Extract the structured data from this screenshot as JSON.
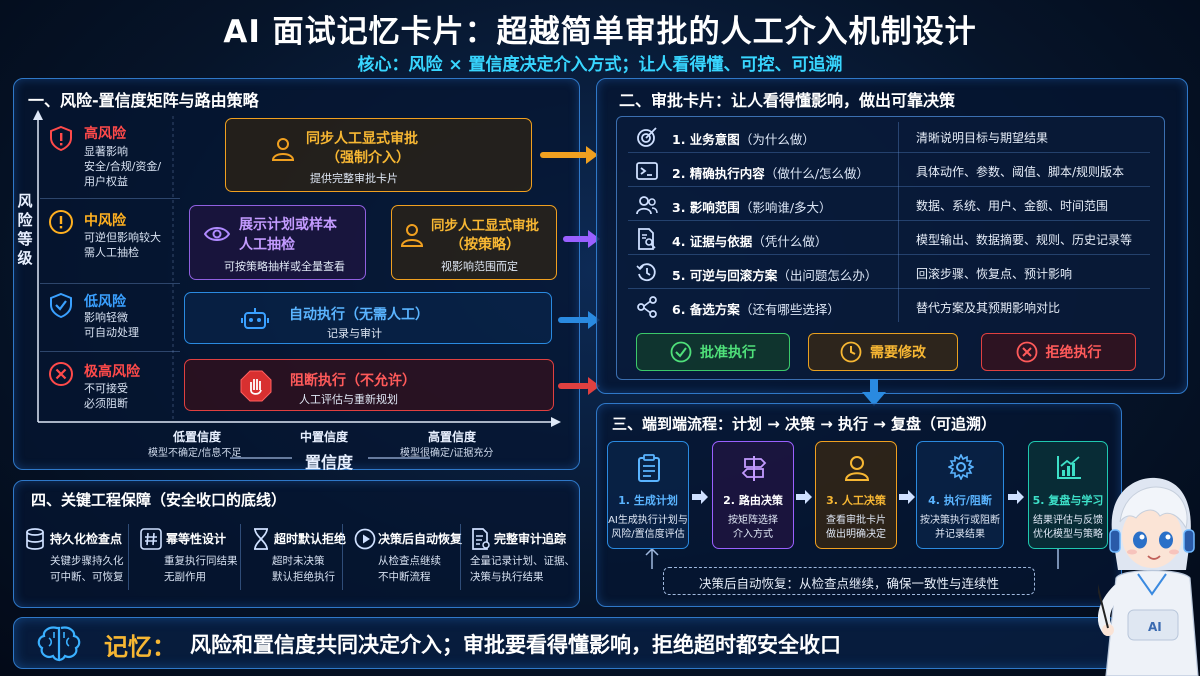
{
  "header": {
    "title": "AI 面试记忆卡片：超越简单审批的人工介入机制设计",
    "subtitle": "核心：风险 × 置信度决定介入方式；让人看得懂、可控、可追溯"
  },
  "matrix": {
    "title": "一、风险-置信度矩阵与路由策略",
    "y_axis_label": [
      "风",
      "险",
      "等",
      "级"
    ],
    "x_axis_label": "置信度",
    "x_ticks": [
      {
        "label": "低置信度",
        "sub": "模型不确定/信息不足"
      },
      {
        "label": "中置信度",
        "sub": ""
      },
      {
        "label": "高置信度",
        "sub": "模型很确定/证据充分"
      }
    ],
    "risks": [
      {
        "label": "高风险",
        "desc": [
          "显著影响",
          "安全/合规/资金/",
          "用户权益"
        ],
        "color": "#ff4a4a"
      },
      {
        "label": "中风险",
        "desc": [
          "可逆但影响较大",
          "需人工抽检"
        ],
        "color": "#ffb020"
      },
      {
        "label": "低风险",
        "desc": [
          "影响轻微",
          "可自动处理"
        ],
        "color": "#3aa0ff"
      },
      {
        "label": "极高风险",
        "desc": [
          "不可接受",
          "必须阻断"
        ],
        "color": "#ff4a4a"
      }
    ],
    "boxes": {
      "high": {
        "main": [
          "同步人工显式审批",
          "（强制介入）"
        ],
        "sub": "提供完整审批卡片"
      },
      "mid_sample": {
        "main": [
          "展示计划或样本",
          "人工抽检"
        ],
        "sub": "可按策略抽样或全量查看"
      },
      "mid_sync": {
        "main": [
          "同步人工显式审批",
          "（按策略）"
        ],
        "sub": "视影响范围而定"
      },
      "low": {
        "main": "自动执行（无需人工）",
        "sub": "记录与审计"
      },
      "block": {
        "main": "阻断执行（不允许）",
        "sub": "人工评估与重新规划"
      }
    }
  },
  "card": {
    "title": "二、审批卡片：让人看得懂影响，做出可靠决策",
    "rows": [
      {
        "num": "1. 业务意图",
        "q": "（为什么做）",
        "desc": "清晰说明目标与期望结果",
        "icon": "target-icon"
      },
      {
        "num": "2. 精确执行内容",
        "q": "（做什么/怎么做）",
        "desc": "具体动作、参数、阈值、脚本/规则版本",
        "icon": "terminal-icon"
      },
      {
        "num": "3. 影响范围",
        "q": "（影响谁/多大）",
        "desc": "数据、系统、用户、金额、时间范围",
        "icon": "users-icon"
      },
      {
        "num": "4. 证据与依据",
        "q": "（凭什么做）",
        "desc": "模型输出、数据摘要、规则、历史记录等",
        "icon": "document-search-icon"
      },
      {
        "num": "5. 可逆与回滚方案",
        "q": "（出问题怎么办）",
        "desc": "回滚步骤、恢复点、预计影响",
        "icon": "history-icon"
      },
      {
        "num": "6. 备选方案",
        "q": "（还有哪些选择）",
        "desc": "替代方案及其预期影响对比",
        "icon": "share-icon"
      }
    ],
    "actions": {
      "approve": "批准执行",
      "modify": "需要修改",
      "reject": "拒绝执行"
    }
  },
  "flow": {
    "title": "三、端到端流程：计划 → 决策 → 执行 → 复盘（可追溯）",
    "steps": [
      {
        "label": "1. 生成计划",
        "desc": [
          "AI生成执行计划与",
          "风险/置信度评估"
        ]
      },
      {
        "label": "2. 路由决策",
        "desc": [
          "按矩阵选择",
          "介入方式"
        ]
      },
      {
        "label": "3. 人工决策",
        "desc": [
          "查看审批卡片",
          "做出明确决定"
        ]
      },
      {
        "label": "4. 执行/阻断",
        "desc": [
          "按决策执行或阻断",
          "并记录结果"
        ]
      },
      {
        "label": "5. 复盘与学习",
        "desc": [
          "结果评估与反馈",
          "优化模型与策略"
        ]
      }
    ],
    "recovery": "决策后自动恢复：从检查点继续，确保一致性与连续性"
  },
  "guarantees": {
    "title": "四、关键工程保障（安全收口的底线）",
    "items": [
      {
        "title": "持久化检查点",
        "desc": [
          "关键步骤持久化",
          "可中断、可恢复"
        ]
      },
      {
        "title": "幂等性设计",
        "desc": [
          "重复执行同结果",
          "无副作用"
        ]
      },
      {
        "title": "超时默认拒绝",
        "desc": [
          "超时未决策",
          "默认拒绝执行"
        ]
      },
      {
        "title": "决策后自动恢复",
        "desc": [
          "从检查点继续",
          "不中断流程"
        ]
      },
      {
        "title": "完整审计追踪",
        "desc": [
          "全量记录计划、证据、",
          "决策与执行结果"
        ]
      }
    ]
  },
  "memory": {
    "label": "记忆：",
    "text": "风险和置信度共同决定介入；审批要看得懂影响，拒绝超时都安全收口"
  },
  "mascot": {
    "badge": "AI"
  }
}
